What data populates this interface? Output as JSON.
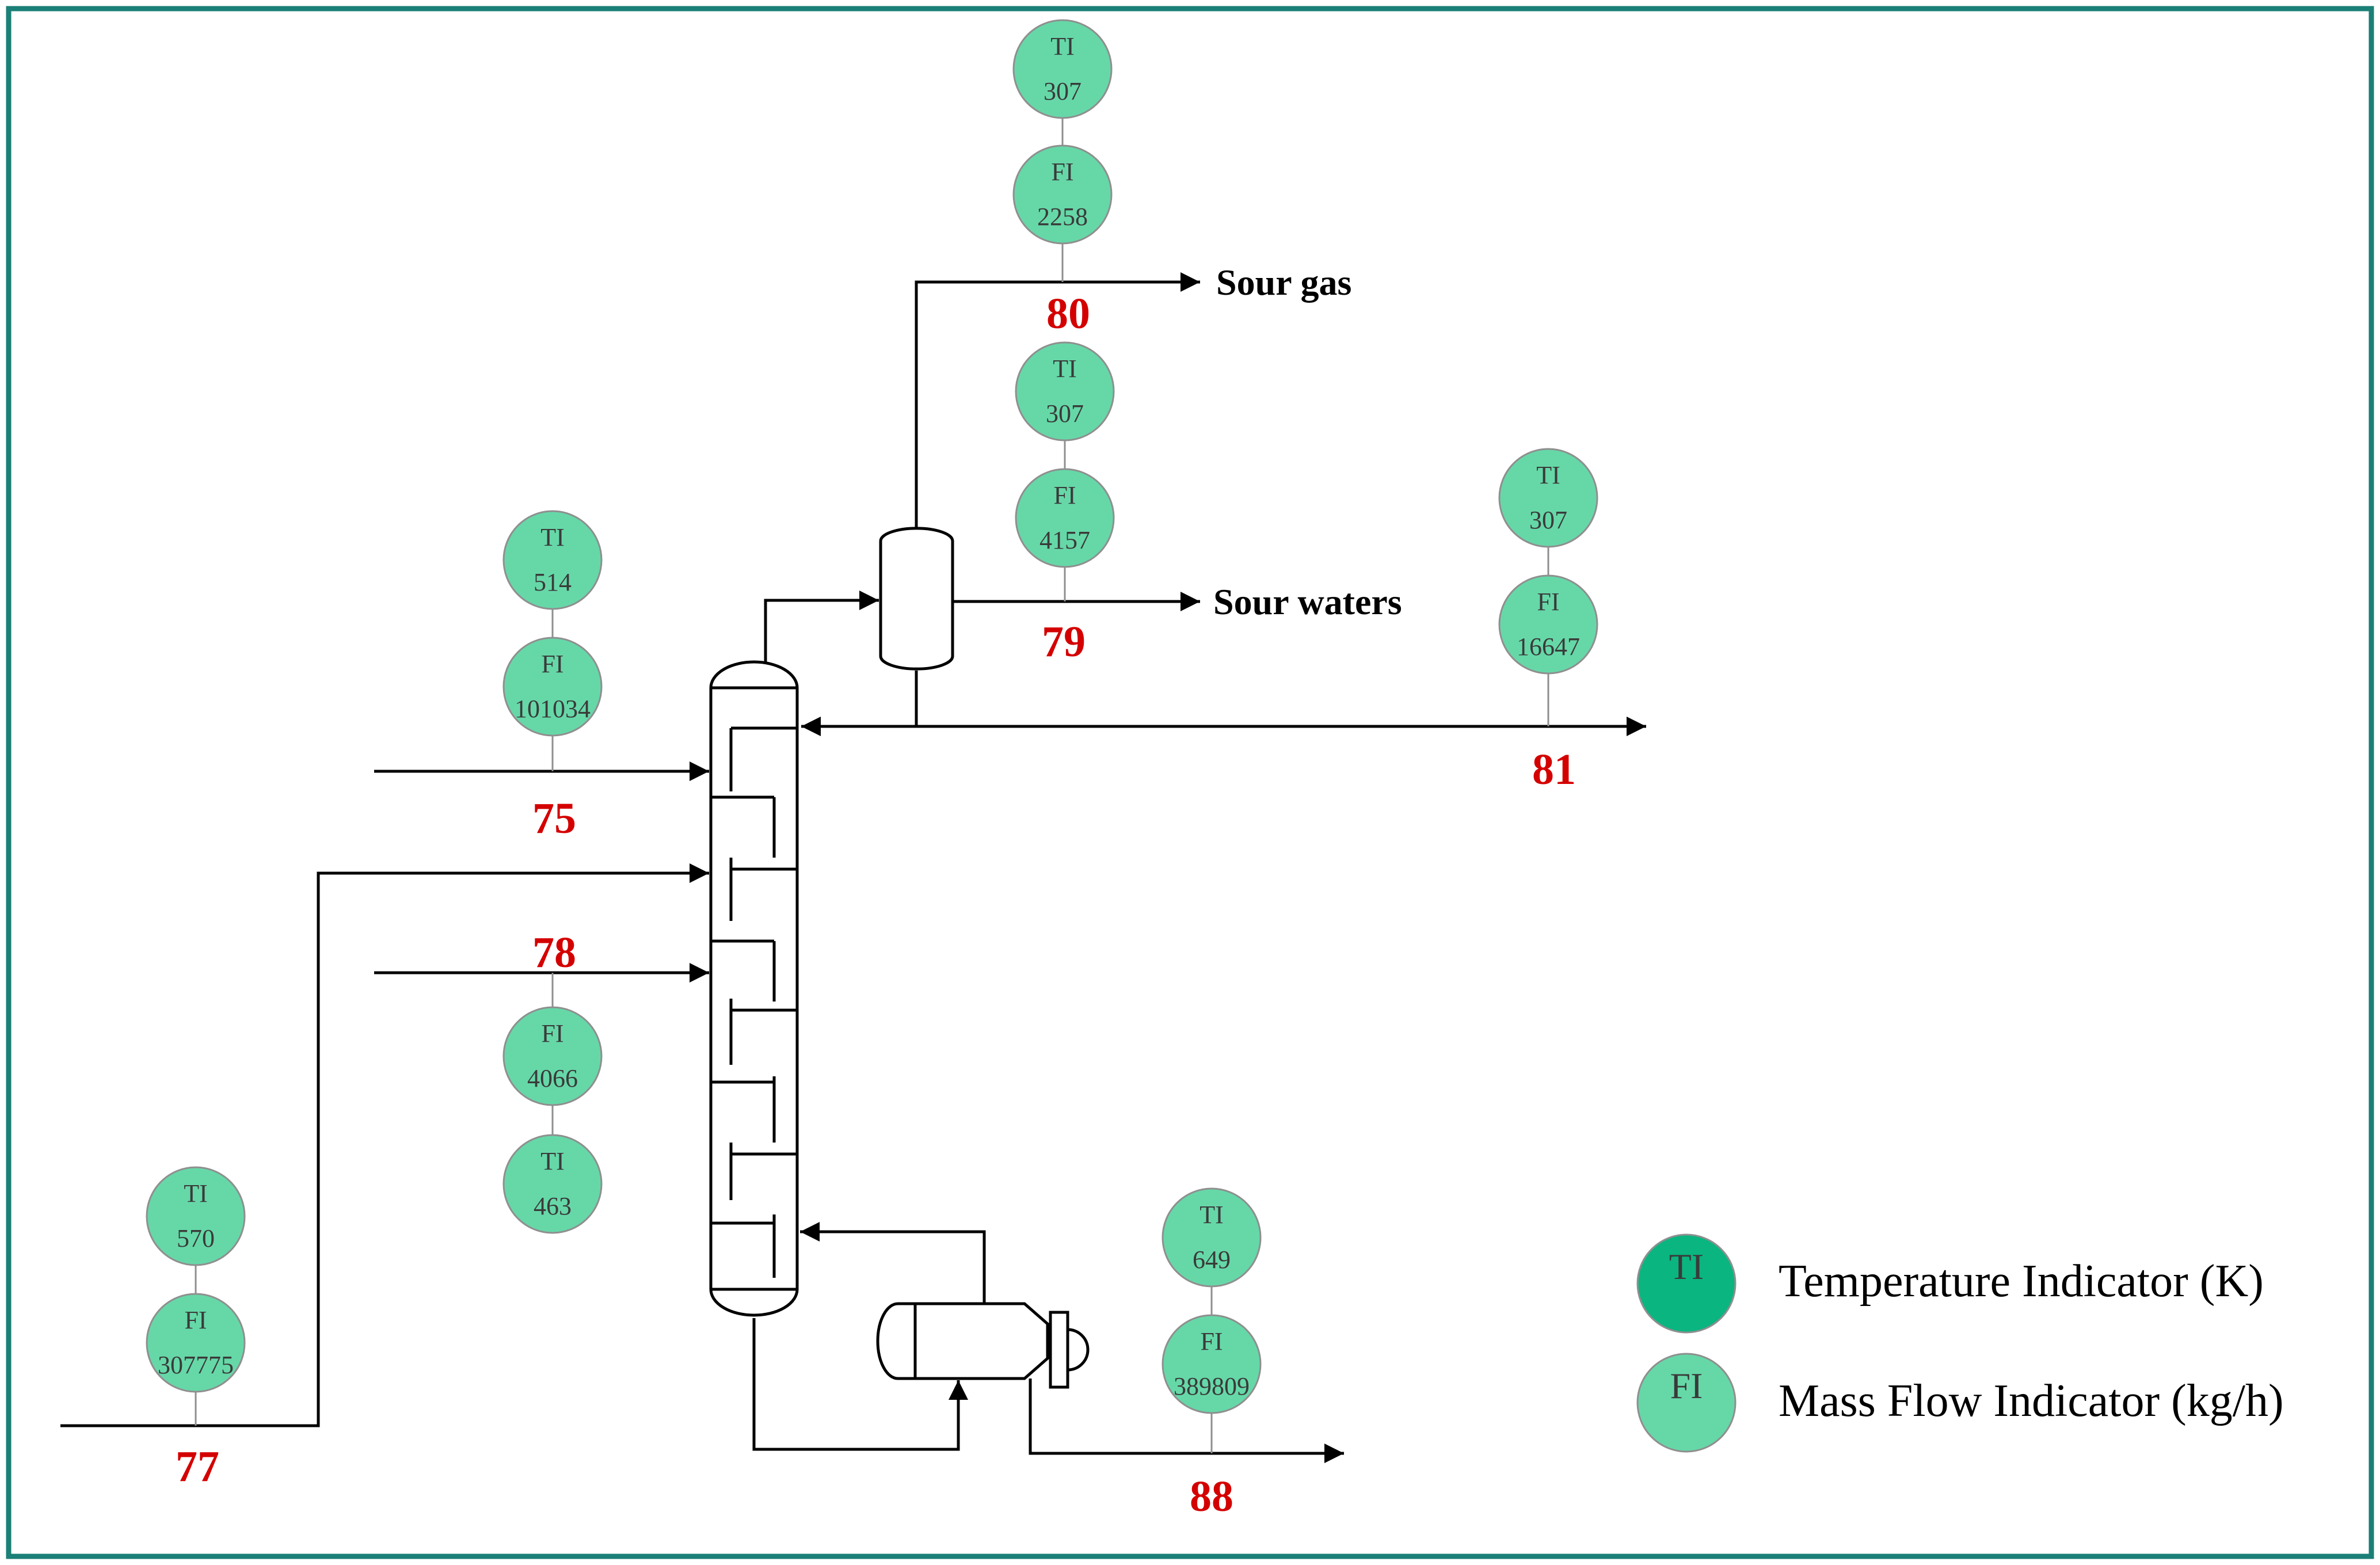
{
  "colors": {
    "frame": "#1b8077",
    "ti_legend": "#0ab580",
    "indicator": "#66d8a8",
    "stream_number": "#d40000"
  },
  "legend": {
    "ti_mark": "TI",
    "fi_mark": "FI",
    "ti_label": "Temperature Indicator (K)",
    "fi_label": "Mass Flow Indicator (kg/h)"
  },
  "outputs": {
    "sour_gas": "Sour gas",
    "sour_waters": "Sour waters"
  },
  "streams": [
    {
      "id": "75",
      "number": "75",
      "ti": "514",
      "fi": "101034"
    },
    {
      "id": "77",
      "number": "77",
      "ti": "570",
      "fi": "307775"
    },
    {
      "id": "78",
      "number": "78",
      "ti": "463",
      "fi": "4066"
    },
    {
      "id": "79",
      "number": "79",
      "ti": "307",
      "fi": "4157"
    },
    {
      "id": "80",
      "number": "80",
      "ti": "307",
      "fi": "2258"
    },
    {
      "id": "81",
      "number": "81",
      "ti": "307",
      "fi": "16647"
    },
    {
      "id": "88",
      "number": "88",
      "ti": "649",
      "fi": "389809"
    }
  ]
}
